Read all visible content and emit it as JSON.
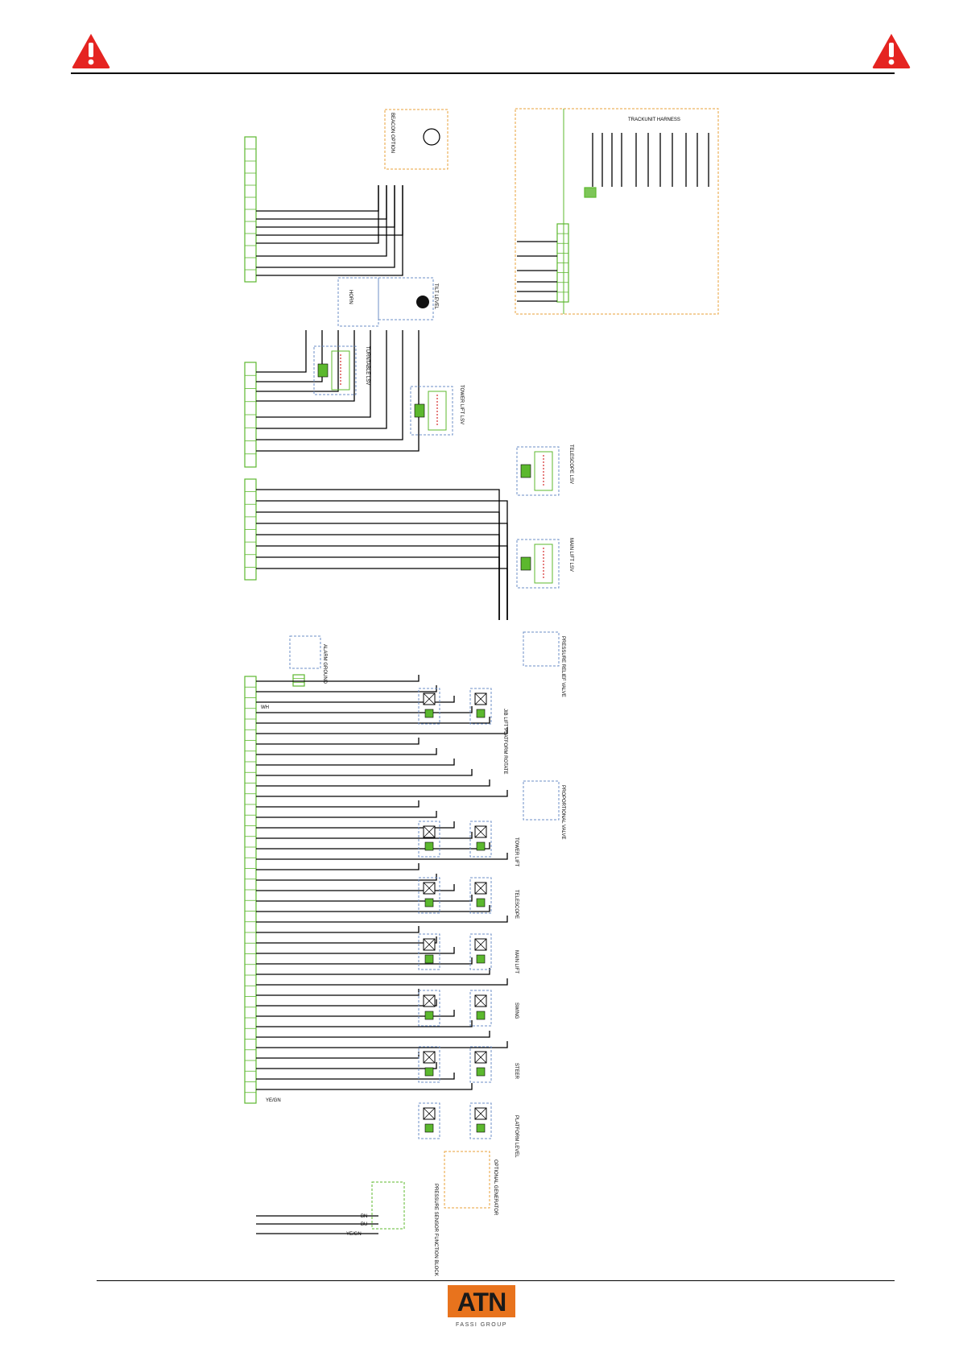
{
  "header": {
    "warning_icons": [
      "warning-icon",
      "warning-icon"
    ]
  },
  "logo": {
    "brand": "ATN",
    "tagline": "FASSI GROUP",
    "brand_color": "#e8731d"
  },
  "colors": {
    "connector_green": "#5cb82e",
    "option_orange": "#e8a23a",
    "component_blue": "#6c8fc7",
    "valve_red": "#d62b2b"
  },
  "schematic": {
    "sections": {
      "beacon": "BEACON OPTION",
      "horn": "HORN",
      "tilt": "TILT LEVEL",
      "turntable_lsv": "TURNTABLE LSV",
      "tower_lift_lsv": "TOWER LIFT LSV",
      "telescope_lsv": "TELESCOPE LSV",
      "main_lift_lsv": "MAIN LIFT LSV",
      "alarm": "ALARM GROUND",
      "pressure_relief": "PRESSURE RELIEF VALVE",
      "jib_platform": "JIB LIFT PLATFORM ROTATE",
      "proportional": "PROPORTIONAL VALVE",
      "tower_lift": "TOWER LIFT",
      "telescope": "TELESCOPE",
      "main_lift": "MAIN LIFT",
      "swing": "SWING",
      "steer": "STEER",
      "platform_level": "PLATFORM LEVEL",
      "generator": "OPTIONAL GENERATOR",
      "pressure_sensor": "PRESSURE SENSOR FUNCTION BLOCK",
      "trackunit": "TRACKUNIT HARNESS"
    },
    "wire_codes": {
      "ye_gn": "YE/GN",
      "bn": "BN",
      "bu": "BU",
      "wh": "WH"
    }
  }
}
